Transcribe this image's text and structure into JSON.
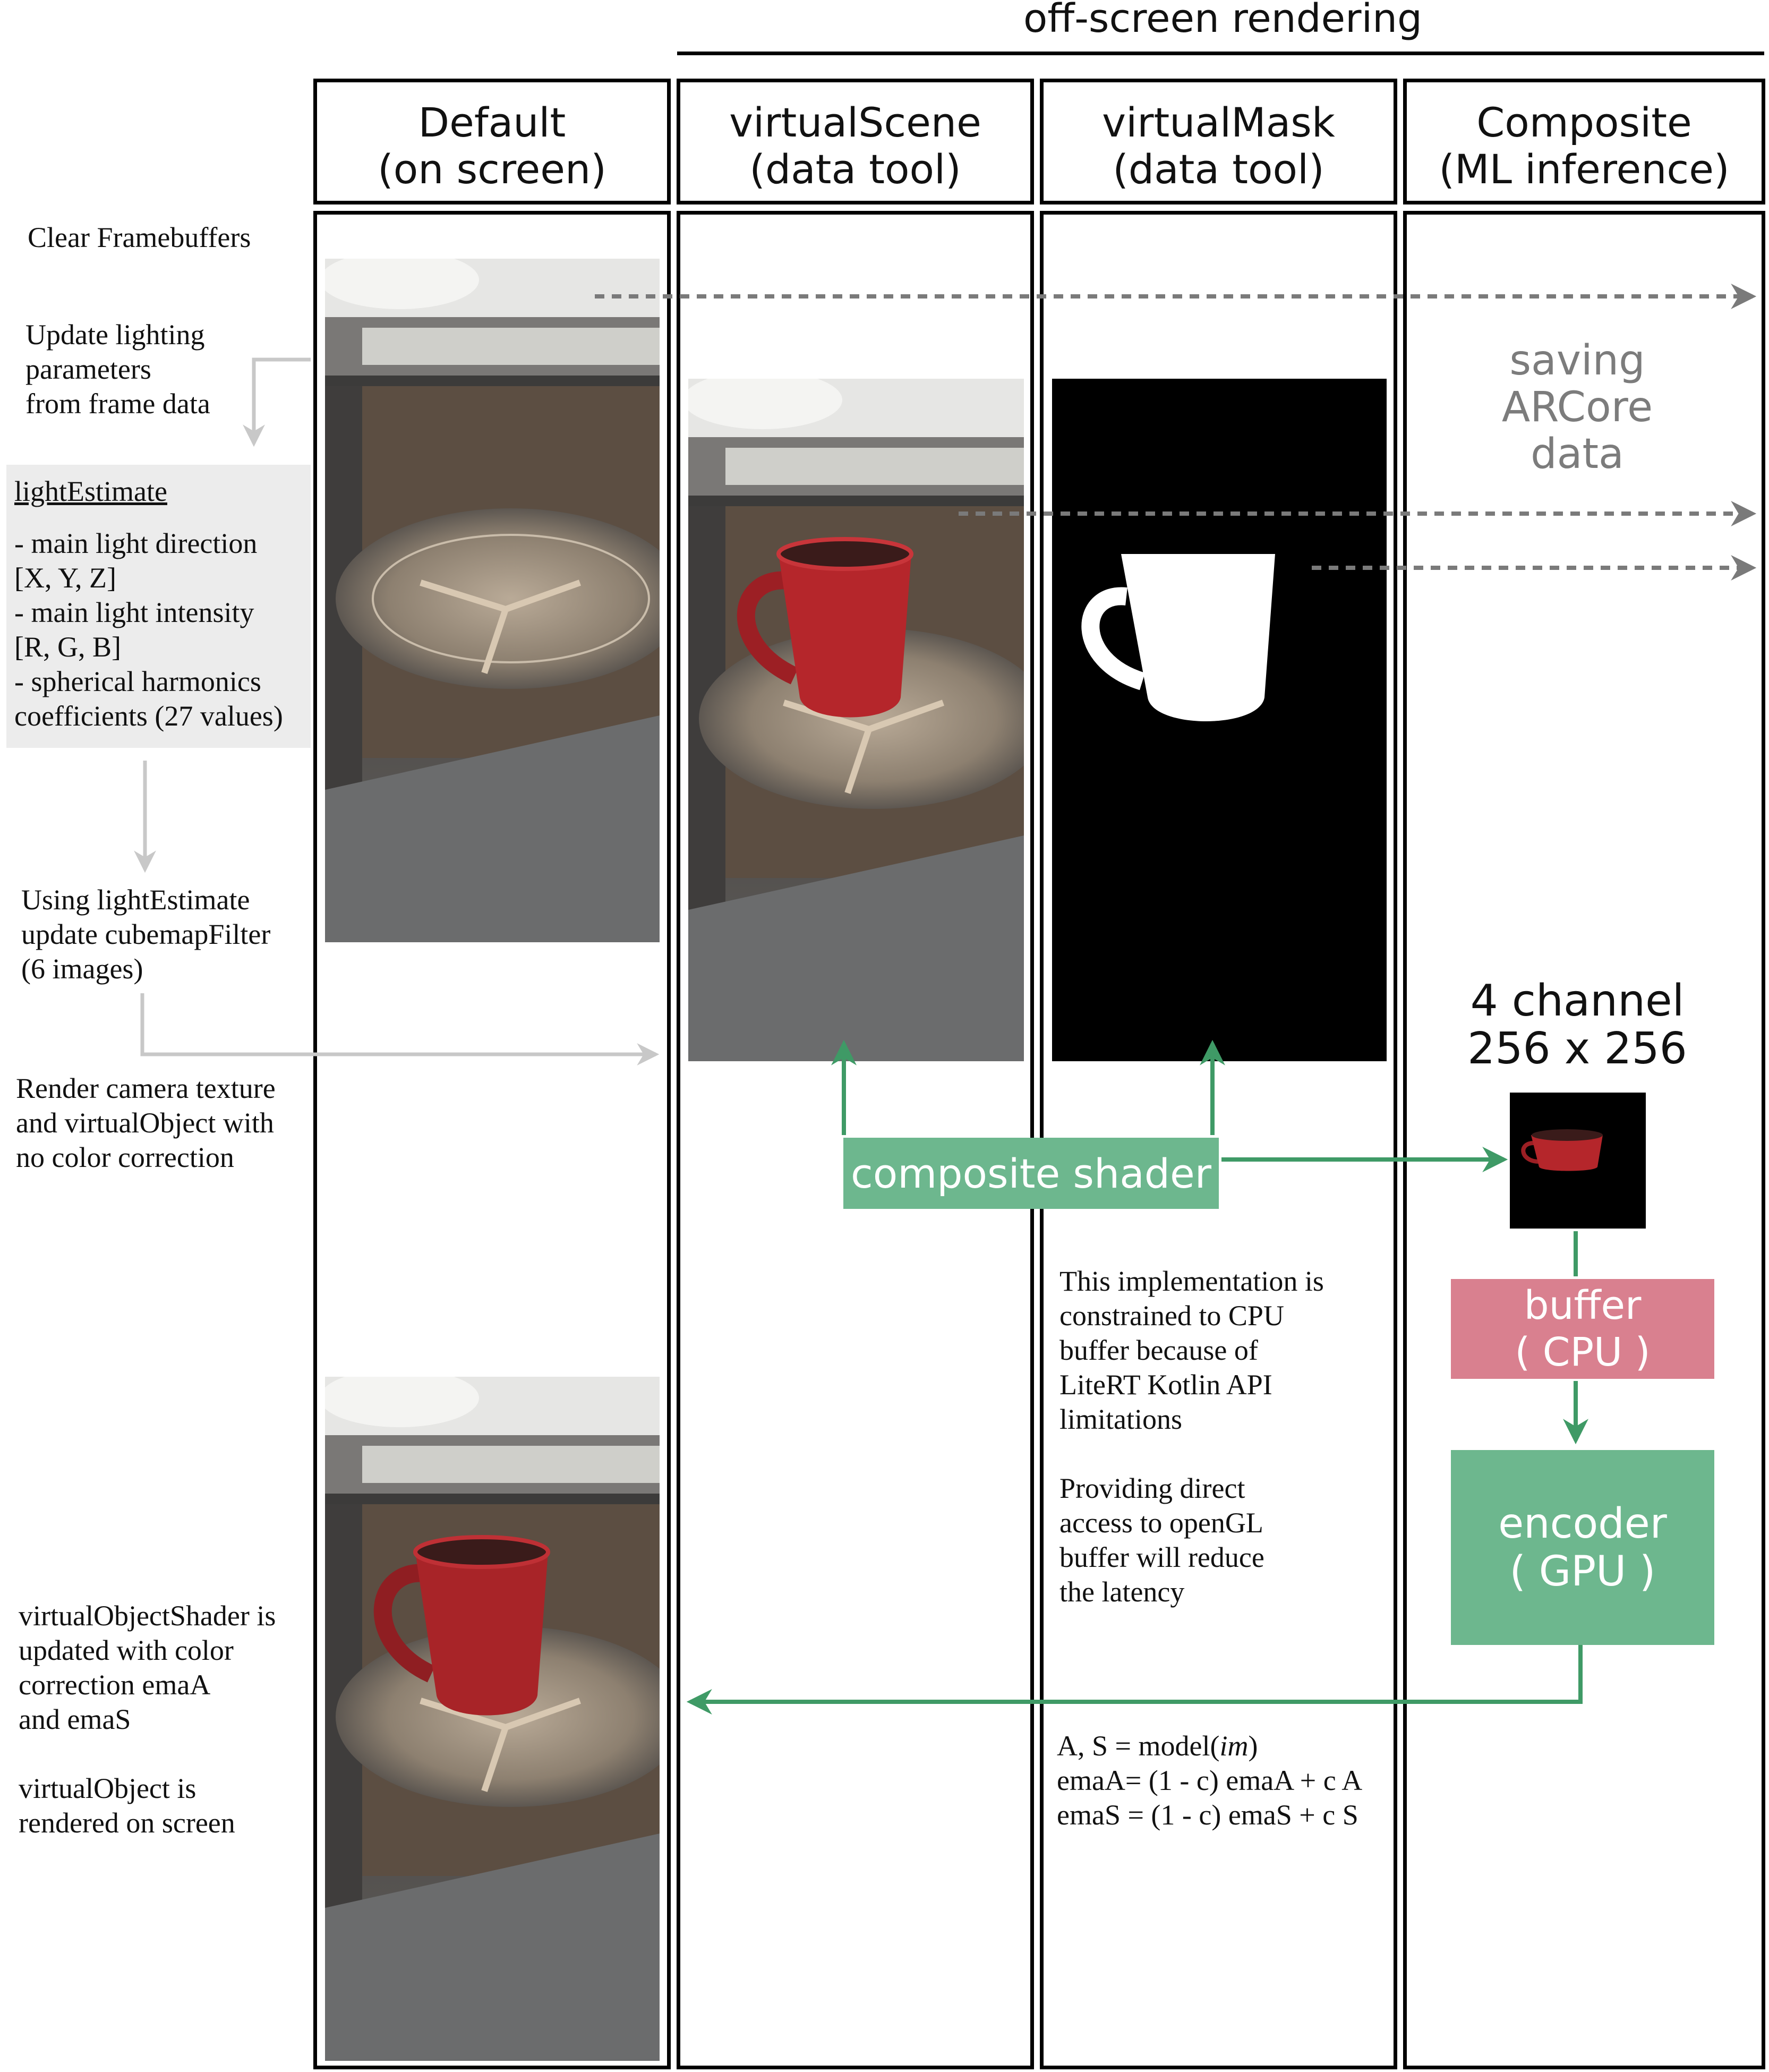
{
  "header": {
    "offscreen_label": "off-screen rendering",
    "columns": [
      {
        "title": "Default\n(on screen)"
      },
      {
        "title": "virtualScene\n(data tool)"
      },
      {
        "title": "virtualMask\n(data tool)"
      },
      {
        "title": "Composite\n(ML inference)"
      }
    ]
  },
  "steps": {
    "clear": "Clear Framebuffers",
    "update_lighting": "Update lighting\nparameters\nfrom frame data",
    "light_estimate_title": "lightEstimate",
    "light_estimate_items": "- main light direction\n [X, Y, Z]\n- main light intensity\n [R, G, B]\n- spherical harmonics\ncoefficients (27 values)",
    "cubemap": "Using lightEstimate\nupdate cubemapFilter\n(6 images)",
    "render": "Render camera texture\nand virtualObject with\nno color correction",
    "shader_update": "virtualObjectShader is\nupdated with color\ncorrection emaA\nand emaS\n\nvirtualObject is\nrendered on screen"
  },
  "saving_label": "saving\nARCore\ndata",
  "composite_shader_label": "composite shader",
  "channel_label": "4 channel\n256 x 256",
  "buffer_label": "buffer\n( CPU )",
  "encoder_label": "encoder\n( GPU )",
  "note_cpu": "This implementation is\nconstrained to CPU\nbuffer because of\nLiteRT Kotlin API\nlimitations\n\nProviding direct\naccess to openGL\nbuffer will reduce\nthe latency",
  "equations": {
    "line1_prefix": "A, S = model(",
    "line1_italic": "im",
    "line1_suffix": ")",
    "line2": "emaA= (1 - c) emaA + c A",
    "line3": "emaS = (1 - c) emaS + c S"
  },
  "colors": {
    "green": "#6db78e",
    "pink": "#d9808f",
    "gray_arrow": "#7a7a7a",
    "light_gray_arrow": "#c8c8c8",
    "panel_bg": "#ececec"
  }
}
